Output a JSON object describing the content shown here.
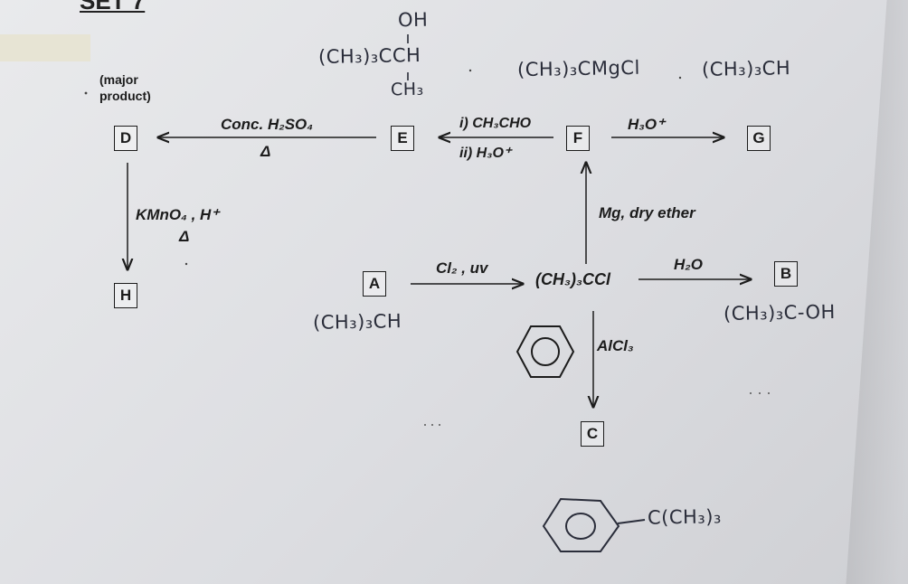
{
  "header": {
    "set_title": "SET 7"
  },
  "note": {
    "line1": "(major",
    "line2": "product)"
  },
  "boxes": {
    "A": "A",
    "B": "B",
    "C": "C",
    "D": "D",
    "E": "E",
    "F": "F",
    "G": "G",
    "H": "H"
  },
  "reagents": {
    "e_to_d_top": "Conc. H₂SO₄",
    "e_to_d_bottom": "Δ",
    "d_to_h_line1": "KMnO₄ , H⁺",
    "d_to_h_line2": "Δ",
    "f_to_e_step1": "i) CH₃CHO",
    "f_to_e_step2": "ii) H₃O⁺",
    "f_to_g": "H₃O⁺",
    "a_to_mid": "Cl₂ , uv",
    "mid_to_f": "Mg, dry ether",
    "mid_to_b": "H₂O",
    "mid_to_c": "AlCl₃"
  },
  "intermediate": {
    "label": "(CH₃)₃CCl"
  },
  "handwritten": {
    "e_oh": "OH",
    "e_main": "(CH₃)₃CCH",
    "e_ch3": "CH₃",
    "f_formula": "(CH₃)₃CMgCl",
    "g_formula": "(CH₃)₃CH",
    "a_formula": "(CH₃)₃CH",
    "b_formula": "(CH₃)₃C-OH",
    "c_formula": "C(CH₃)₃"
  },
  "colors": {
    "paper": "#e2e3e6",
    "print": "#1c1c1c",
    "ink": "#2a2d3a"
  }
}
